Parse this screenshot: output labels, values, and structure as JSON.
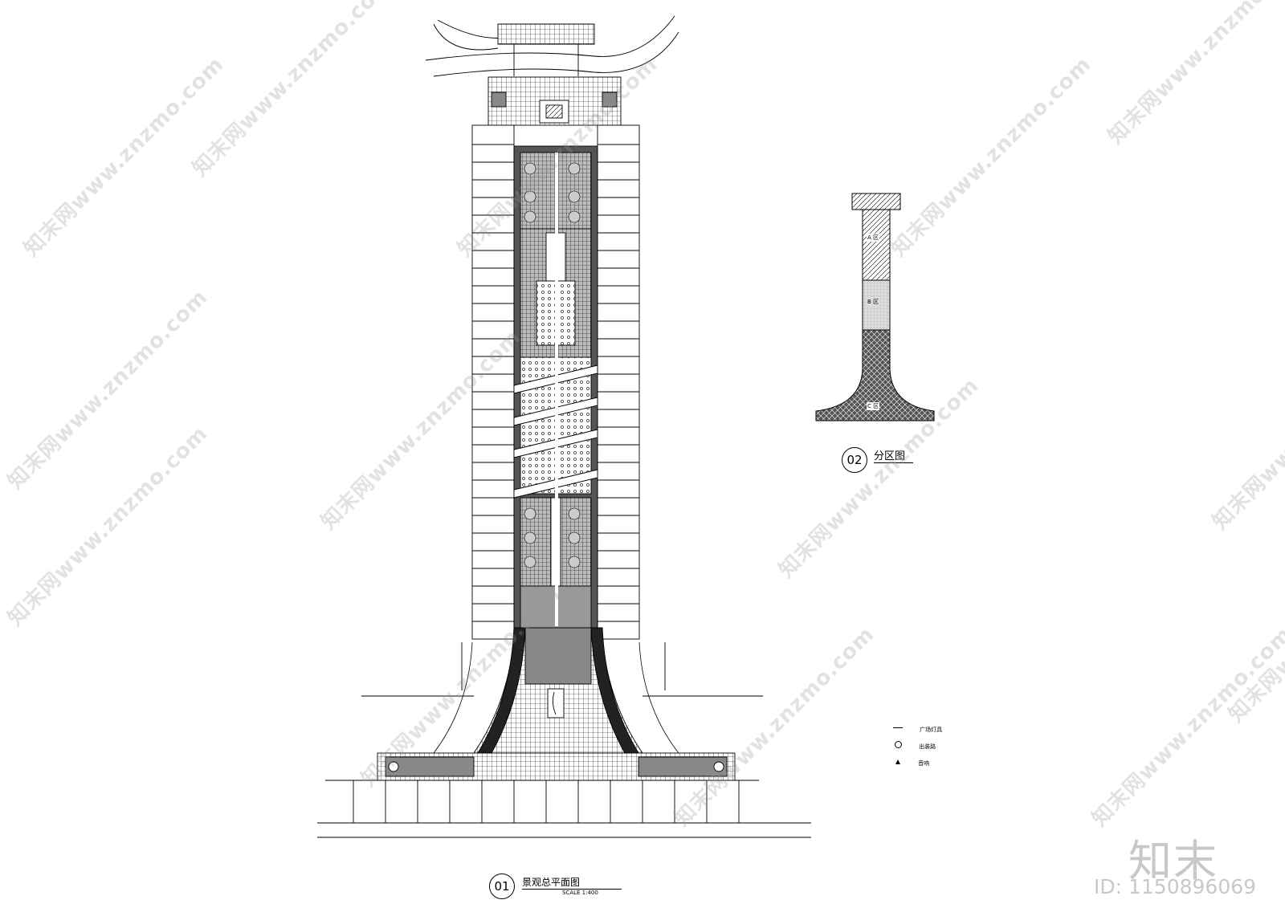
{
  "drawing": {
    "main_plan": {
      "number": "01",
      "title": "景观总平面图",
      "scale": "SCALE 1:400"
    },
    "zoning_plan": {
      "number": "02",
      "title": "分区图",
      "zones": [
        "A 区",
        "B 区",
        "C 区"
      ]
    },
    "legend": [
      {
        "symbol": "line",
        "label": "广场灯具"
      },
      {
        "symbol": "circle",
        "label": "出装路"
      },
      {
        "symbol": "triangle",
        "label": "音响"
      }
    ],
    "watermark": "知末网www.znzmo.com",
    "brand": {
      "logo": "知末",
      "id": "ID: 1150896069"
    }
  },
  "colors": {
    "line": "#000000",
    "hatch_dark": "#333333",
    "watermark": "#969696"
  }
}
